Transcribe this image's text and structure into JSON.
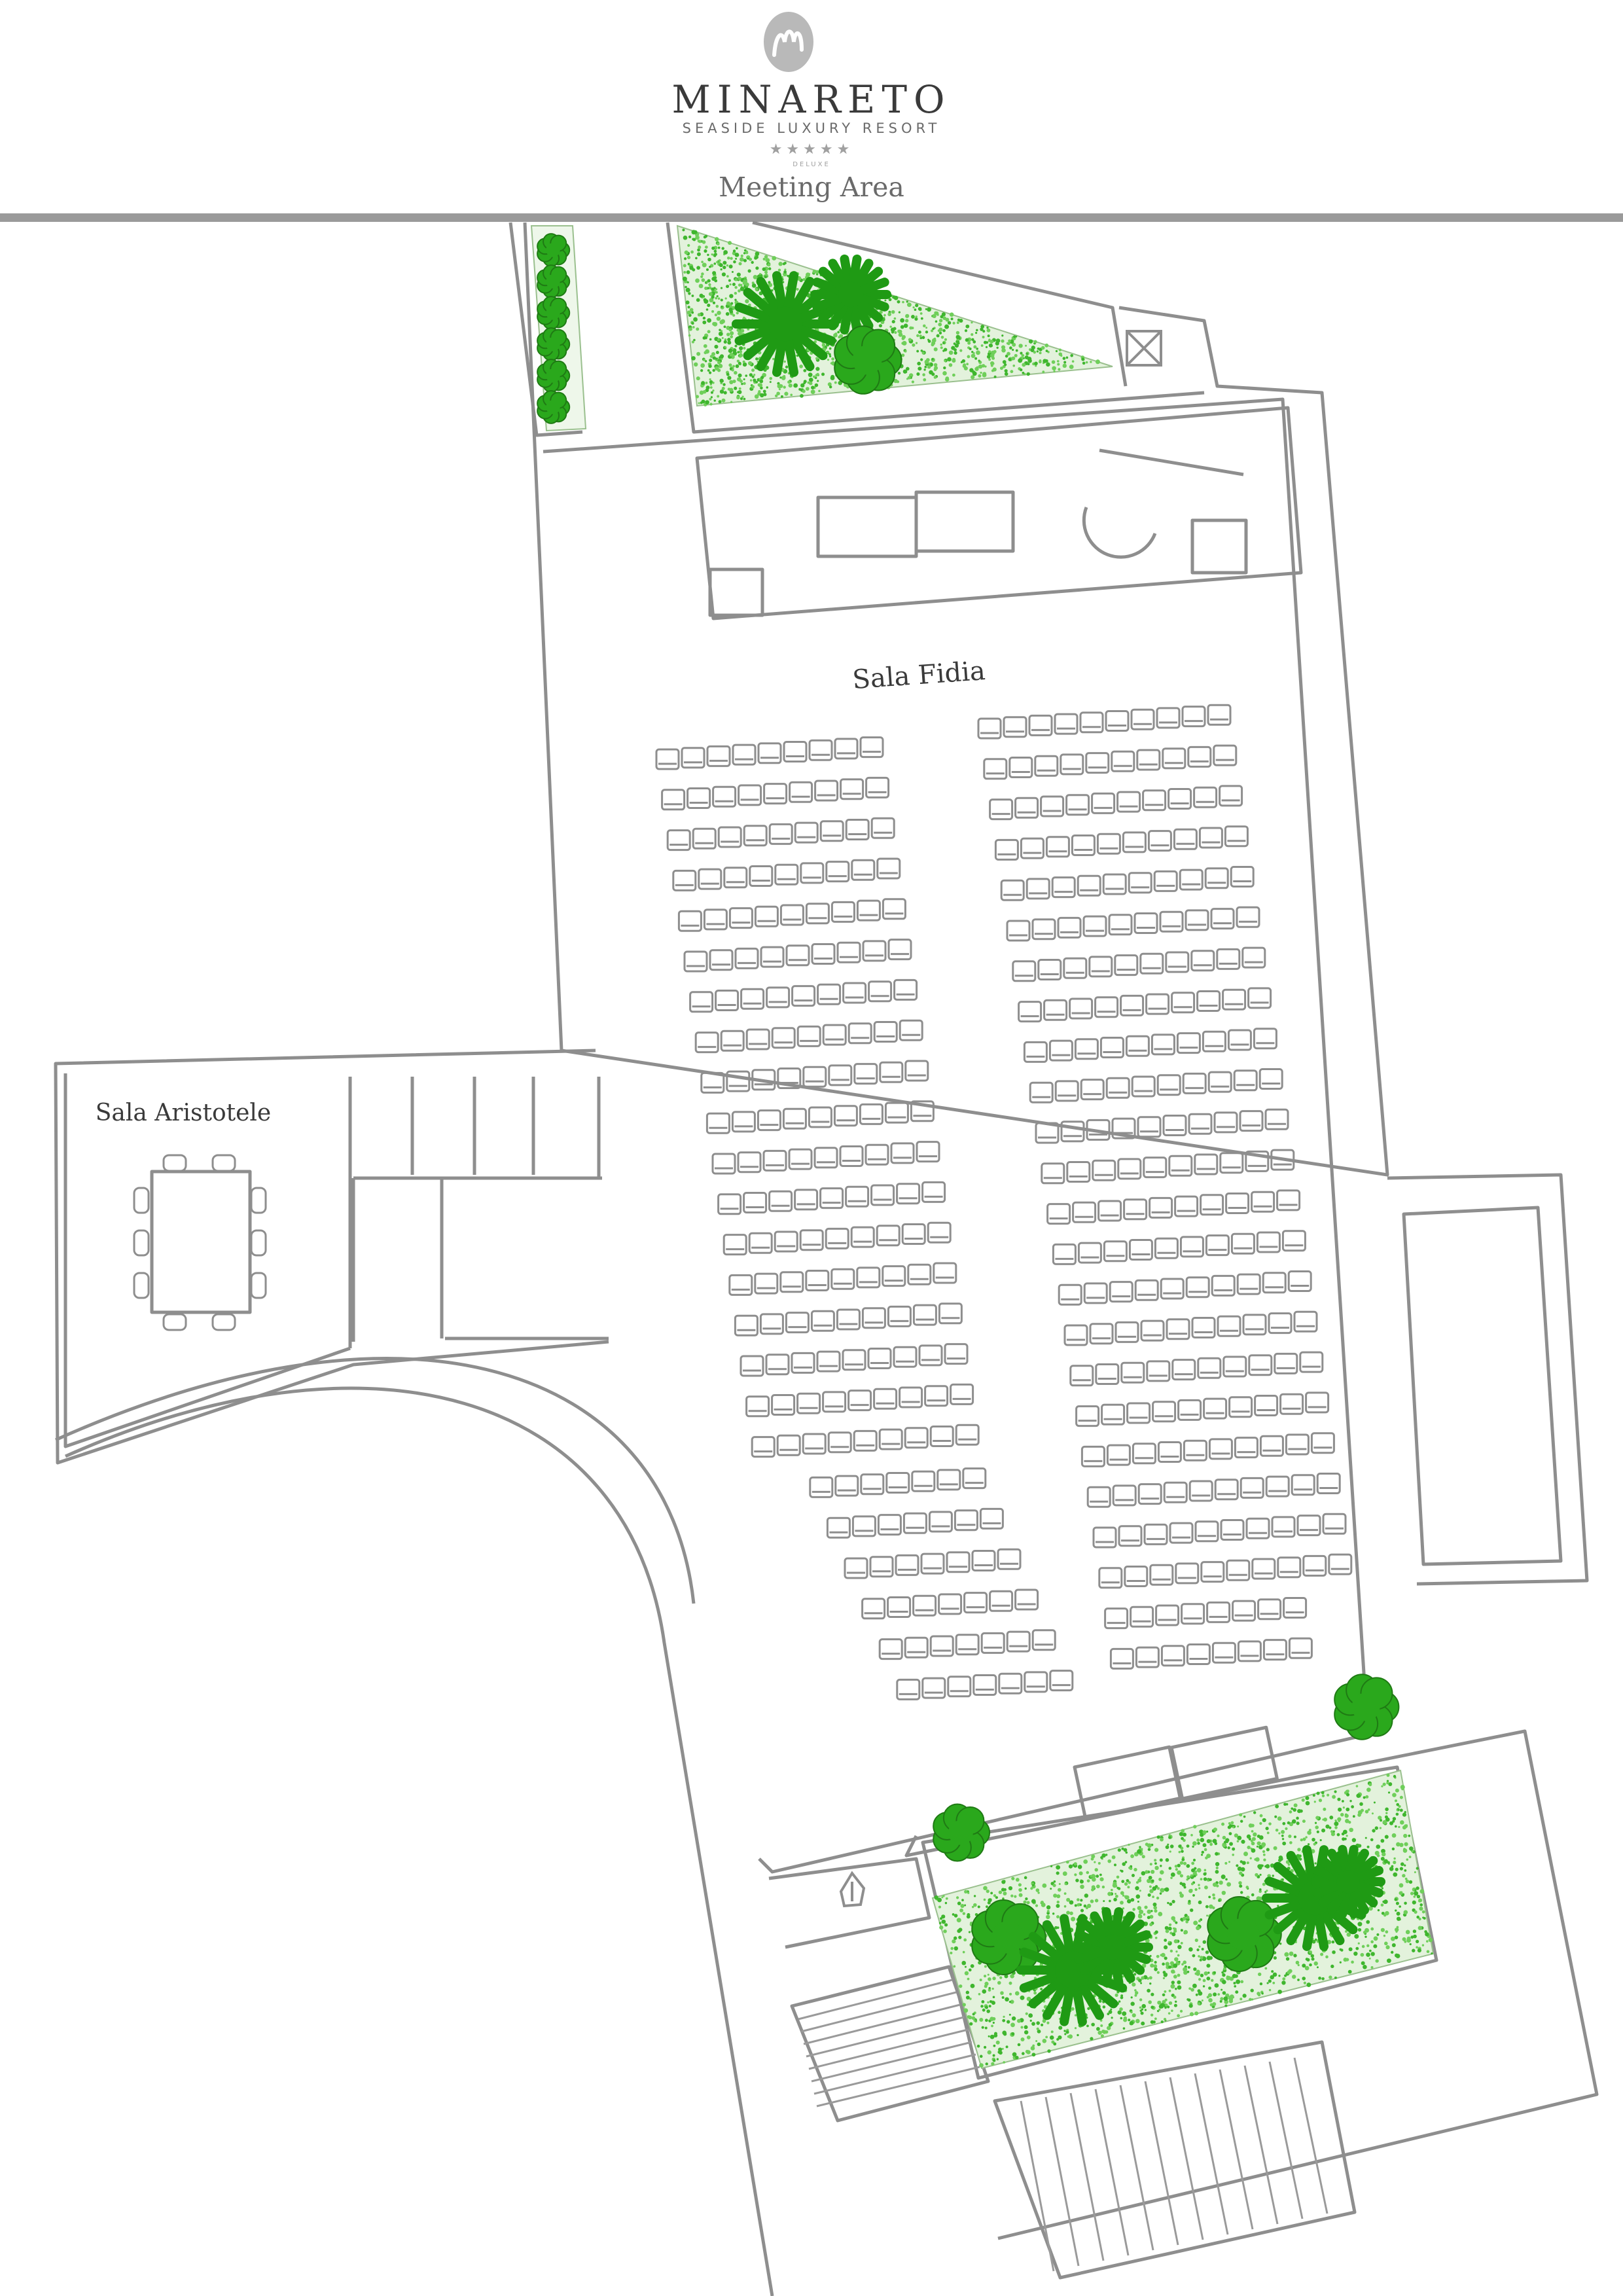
{
  "header": {
    "brand_name": "MINARETO",
    "brand_subtitle": "SEASIDE LUXURY RESORT",
    "stars": "★★★★★",
    "category": "DELUXE",
    "section_title": "Meeting Area"
  },
  "rooms": {
    "main_hall": "Sala Fidia",
    "small_room": "Sala Aristotele"
  },
  "icons": {
    "logo": "m-monogram-logo",
    "entrance": "house-arrow-icon"
  },
  "colors": {
    "wall": "#8e8e8e",
    "divider": "#9a9a9a",
    "greenery": "#3fb62e",
    "tree": "#1f9a14",
    "text": "#3a3a3a"
  },
  "seating": {
    "left_block_rows": 24,
    "left_block_seats_per_row": 9,
    "right_block_rows": 24,
    "right_block_seats_per_row": 10
  }
}
